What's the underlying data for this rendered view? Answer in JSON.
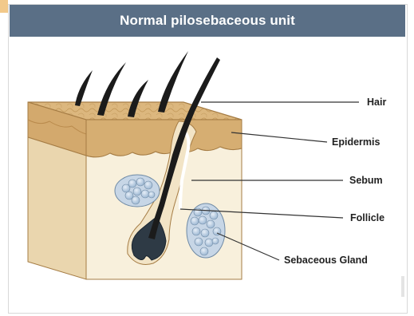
{
  "title": "Normal pilosebaceous unit",
  "labels": {
    "hair": "Hair",
    "epidermis": "Epidermis",
    "sebum": "Sebum",
    "follicle": "Follicle",
    "sebaceous_gland": "Sebaceous Gland"
  },
  "colors": {
    "title_bar": "#5a6f86",
    "skin_surface": "#d9b47c",
    "dermis": "#f7efd9",
    "hair": "#1b1b1b",
    "gland": "#a9c3dc"
  }
}
